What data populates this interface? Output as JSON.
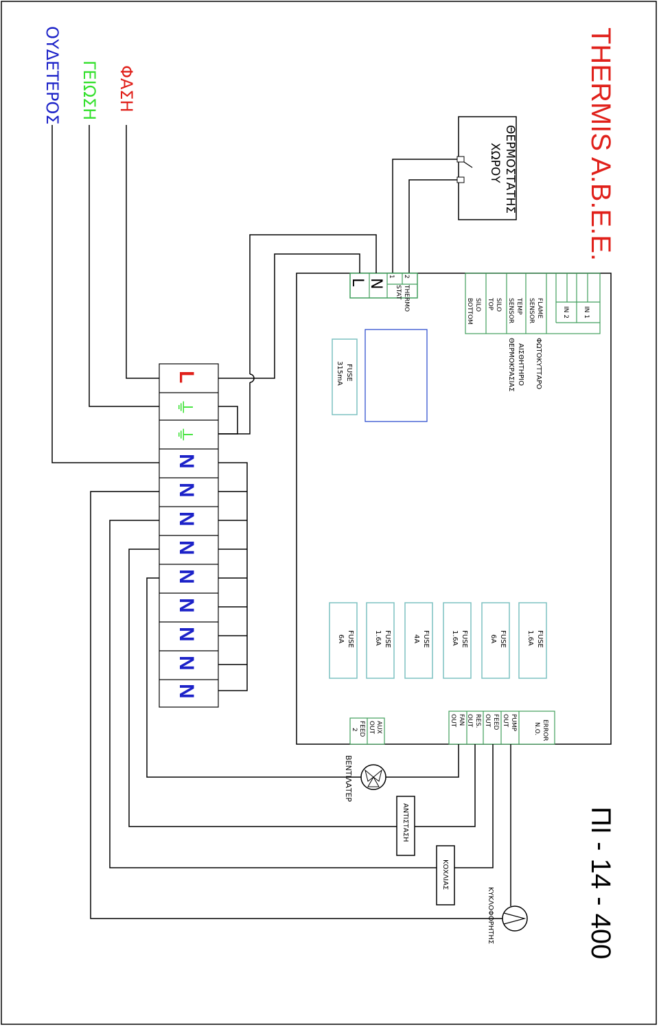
{
  "title": "THERMIS A.B.E.E.",
  "drawing_number": "ΠΙ - 14 - 400",
  "legend": {
    "phase": "ΦΑΣΗ",
    "earth": "ΓΕΙΩΣΗ",
    "neutral": "ΟΥΔΕΤΕΡΟΣ"
  },
  "colors": {
    "title": "#e0201a",
    "phase": "#e0201a",
    "earth": "#33e02c",
    "neutral": "#1c22c8",
    "terminal_N": "#1c22c8",
    "terminal_L": "#e0201a",
    "earth_symbol": "#33e02c",
    "box_outline": "#7bc0c0",
    "connector_outline": "#3f9e5a",
    "transformer": "#2244cc"
  },
  "room_thermostat": {
    "line1": "ΘΕΡΜΟΣΤΑΤΗΣ",
    "line2": "ΧΩΡΟΥ"
  },
  "power_connector": {
    "l_label": "L",
    "n_label": "N",
    "thermo_label": "THERMO",
    "stat_label": "STAT",
    "pin1": "1",
    "pin2": "2"
  },
  "sensor_connector": {
    "flame_line1": "FLAME",
    "flame_line2": "SENSOR",
    "temp_line1": "TEMP",
    "temp_line2": "SENSOR",
    "silo_top_line1": "SILO",
    "silo_top_line2": "TOP",
    "silo_bottom_line1": "SILO",
    "silo_bottom_line2": "BOTTOM",
    "in1": "IN 1",
    "in2": "IN 2"
  },
  "sensor_notes": {
    "photocell": "ΦΩΤΟΚΥΤΤΑΡΟ",
    "temp_note_line1": "ΑΙΣΘΗΤΗΡΙΟ",
    "temp_note_line2": "ΘΕΡΜΟΚΡΑΣΙΑΣ"
  },
  "main_fuse": {
    "line1": "FUSE",
    "line2": "315mA"
  },
  "fuses": [
    {
      "line1": "FUSE",
      "line2": "1.6A"
    },
    {
      "line1": "FUSE",
      "line2": "6A"
    },
    {
      "line1": "FUSE",
      "line2": "1.6A"
    },
    {
      "line1": "FUSE",
      "line2": "4A"
    },
    {
      "line1": "FUSE",
      "line2": "1.6A"
    },
    {
      "line1": "FUSE",
      "line2": "6A"
    }
  ],
  "output_connector": {
    "error_line1": "ERROR",
    "error_line2": "N.O.",
    "pump_line1": "PUMP",
    "pump_line2": "OUT",
    "feed_line1": "FEED",
    "feed_line2": "OUT",
    "res_line1": "RES.",
    "res_line2": "OUT",
    "fan_line1": "FAN",
    "fan_line2": "OUT"
  },
  "aux_connector": {
    "aux_line1": "AUX",
    "aux_line2": "OUT",
    "feed2_line1": "FEED",
    "feed2_line2": "2"
  },
  "terminal_block": {
    "labels": [
      "L",
      "⏚",
      "⏚",
      "N",
      "N",
      "N",
      "N",
      "N",
      "N",
      "N",
      "N"
    ]
  },
  "loads": {
    "fan": "ΒΕΝΤΙΛΑΤΕΡ",
    "resistor": "ΑΝΤΙΣΤΑΣΗ",
    "auger": "ΚΟΧΛΙΑΣ",
    "pump": "ΚΥΚΛΟΦΟΡΗΤΗΣ"
  }
}
